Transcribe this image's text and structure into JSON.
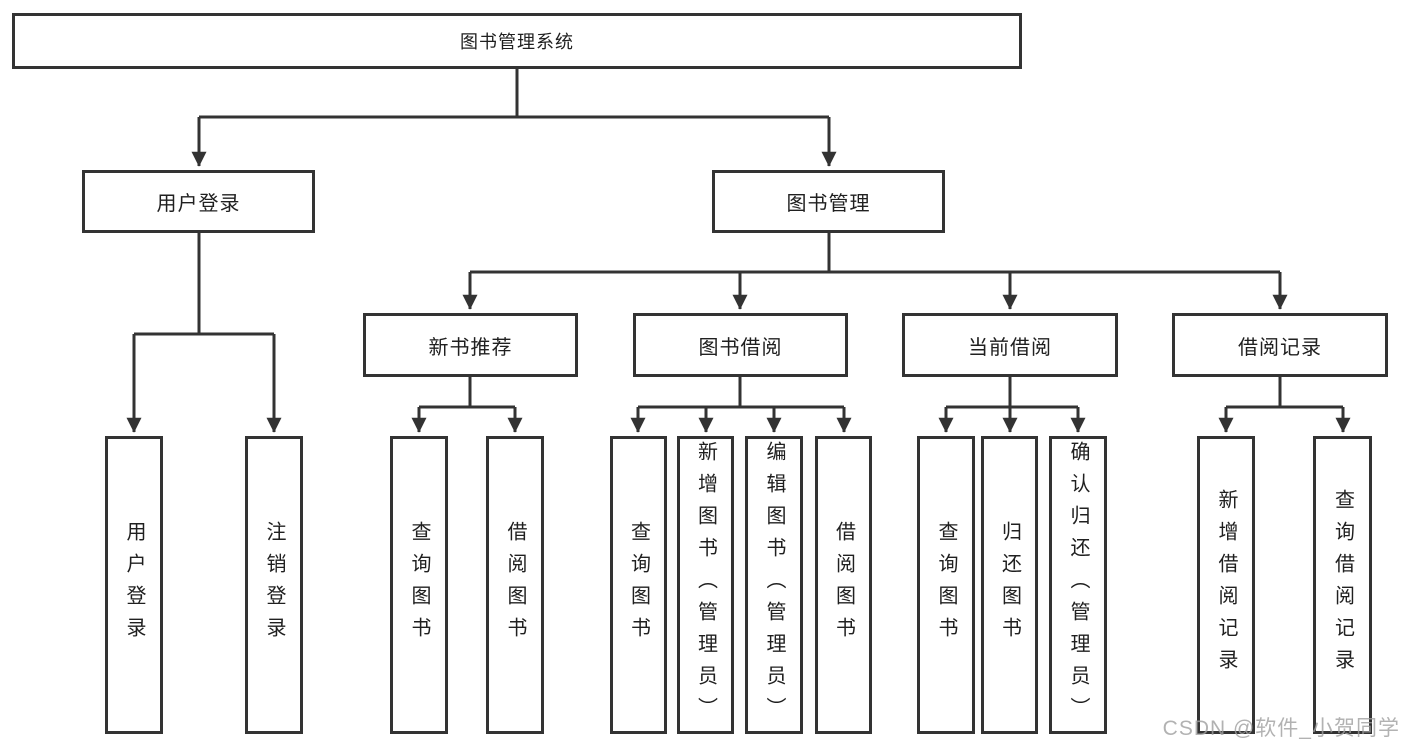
{
  "diagram": {
    "root": {
      "label": "图书管理系统"
    },
    "level2": [
      {
        "label": "用户登录"
      },
      {
        "label": "图书管理"
      }
    ],
    "level3": [
      {
        "label": "新书推荐"
      },
      {
        "label": "图书借阅"
      },
      {
        "label": "当前借阅"
      },
      {
        "label": "借阅记录"
      }
    ],
    "leaves": {
      "user_login": [
        {
          "label": "用户登录"
        },
        {
          "label": "注销登录"
        }
      ],
      "new_books": [
        {
          "label": "查询图书"
        },
        {
          "label": "借阅图书"
        }
      ],
      "book_borrow": [
        {
          "label": "查询图书"
        },
        {
          "label": "新增图书（管理员）"
        },
        {
          "label": "编辑图书（管理员）"
        },
        {
          "label": "借阅图书"
        }
      ],
      "current_borrow": [
        {
          "label": "查询图书"
        },
        {
          "label": "归还图书"
        },
        {
          "label": "确认归还（管理员）"
        }
      ],
      "borrow_records": [
        {
          "label": "新增借阅记录"
        },
        {
          "label": "查询借阅记录"
        }
      ]
    }
  },
  "watermark": {
    "text": "CSDN @软件_小贺同学"
  },
  "colors": {
    "line": "#333333",
    "text": "#202020",
    "background": "#ffffff",
    "watermark": "#a0a0a0"
  }
}
